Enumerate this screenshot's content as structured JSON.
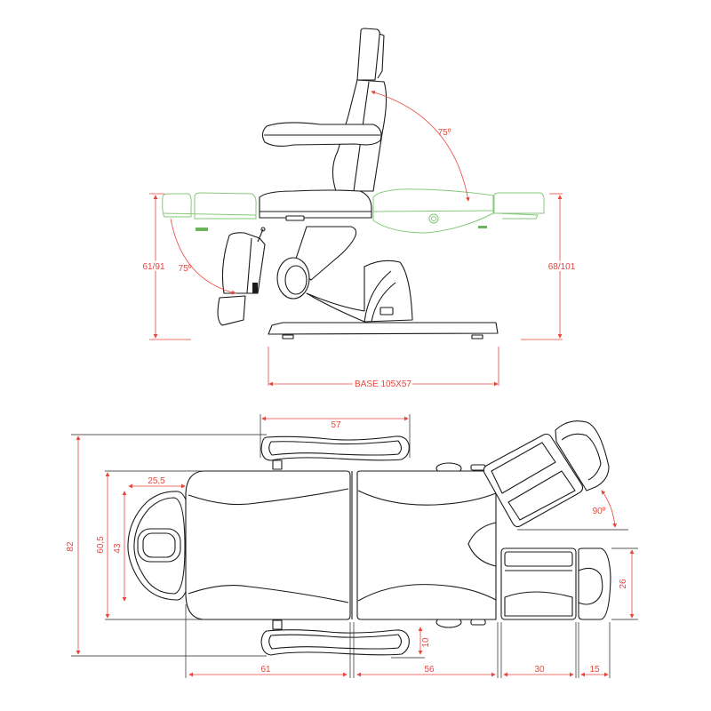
{
  "side_view": {
    "angle_back": "75º",
    "angle_leg": "75º",
    "height_left": "61/91",
    "height_right": "68/101",
    "base": "BASE 105X57"
  },
  "top_view": {
    "armrest_length": "57",
    "total_width": "82",
    "seat_width": "60,5",
    "head_length": "43",
    "head_width": "25,5",
    "armrest_offset": "10",
    "foot_width": "26",
    "leg_angle": "90º",
    "back_length": "61",
    "seat_length": "56",
    "leg_length": "30",
    "foot_length": "15"
  },
  "colors": {
    "dimension": "#e8453c",
    "alternate_position": "#86c979",
    "outline": "#1a1a1a"
  }
}
